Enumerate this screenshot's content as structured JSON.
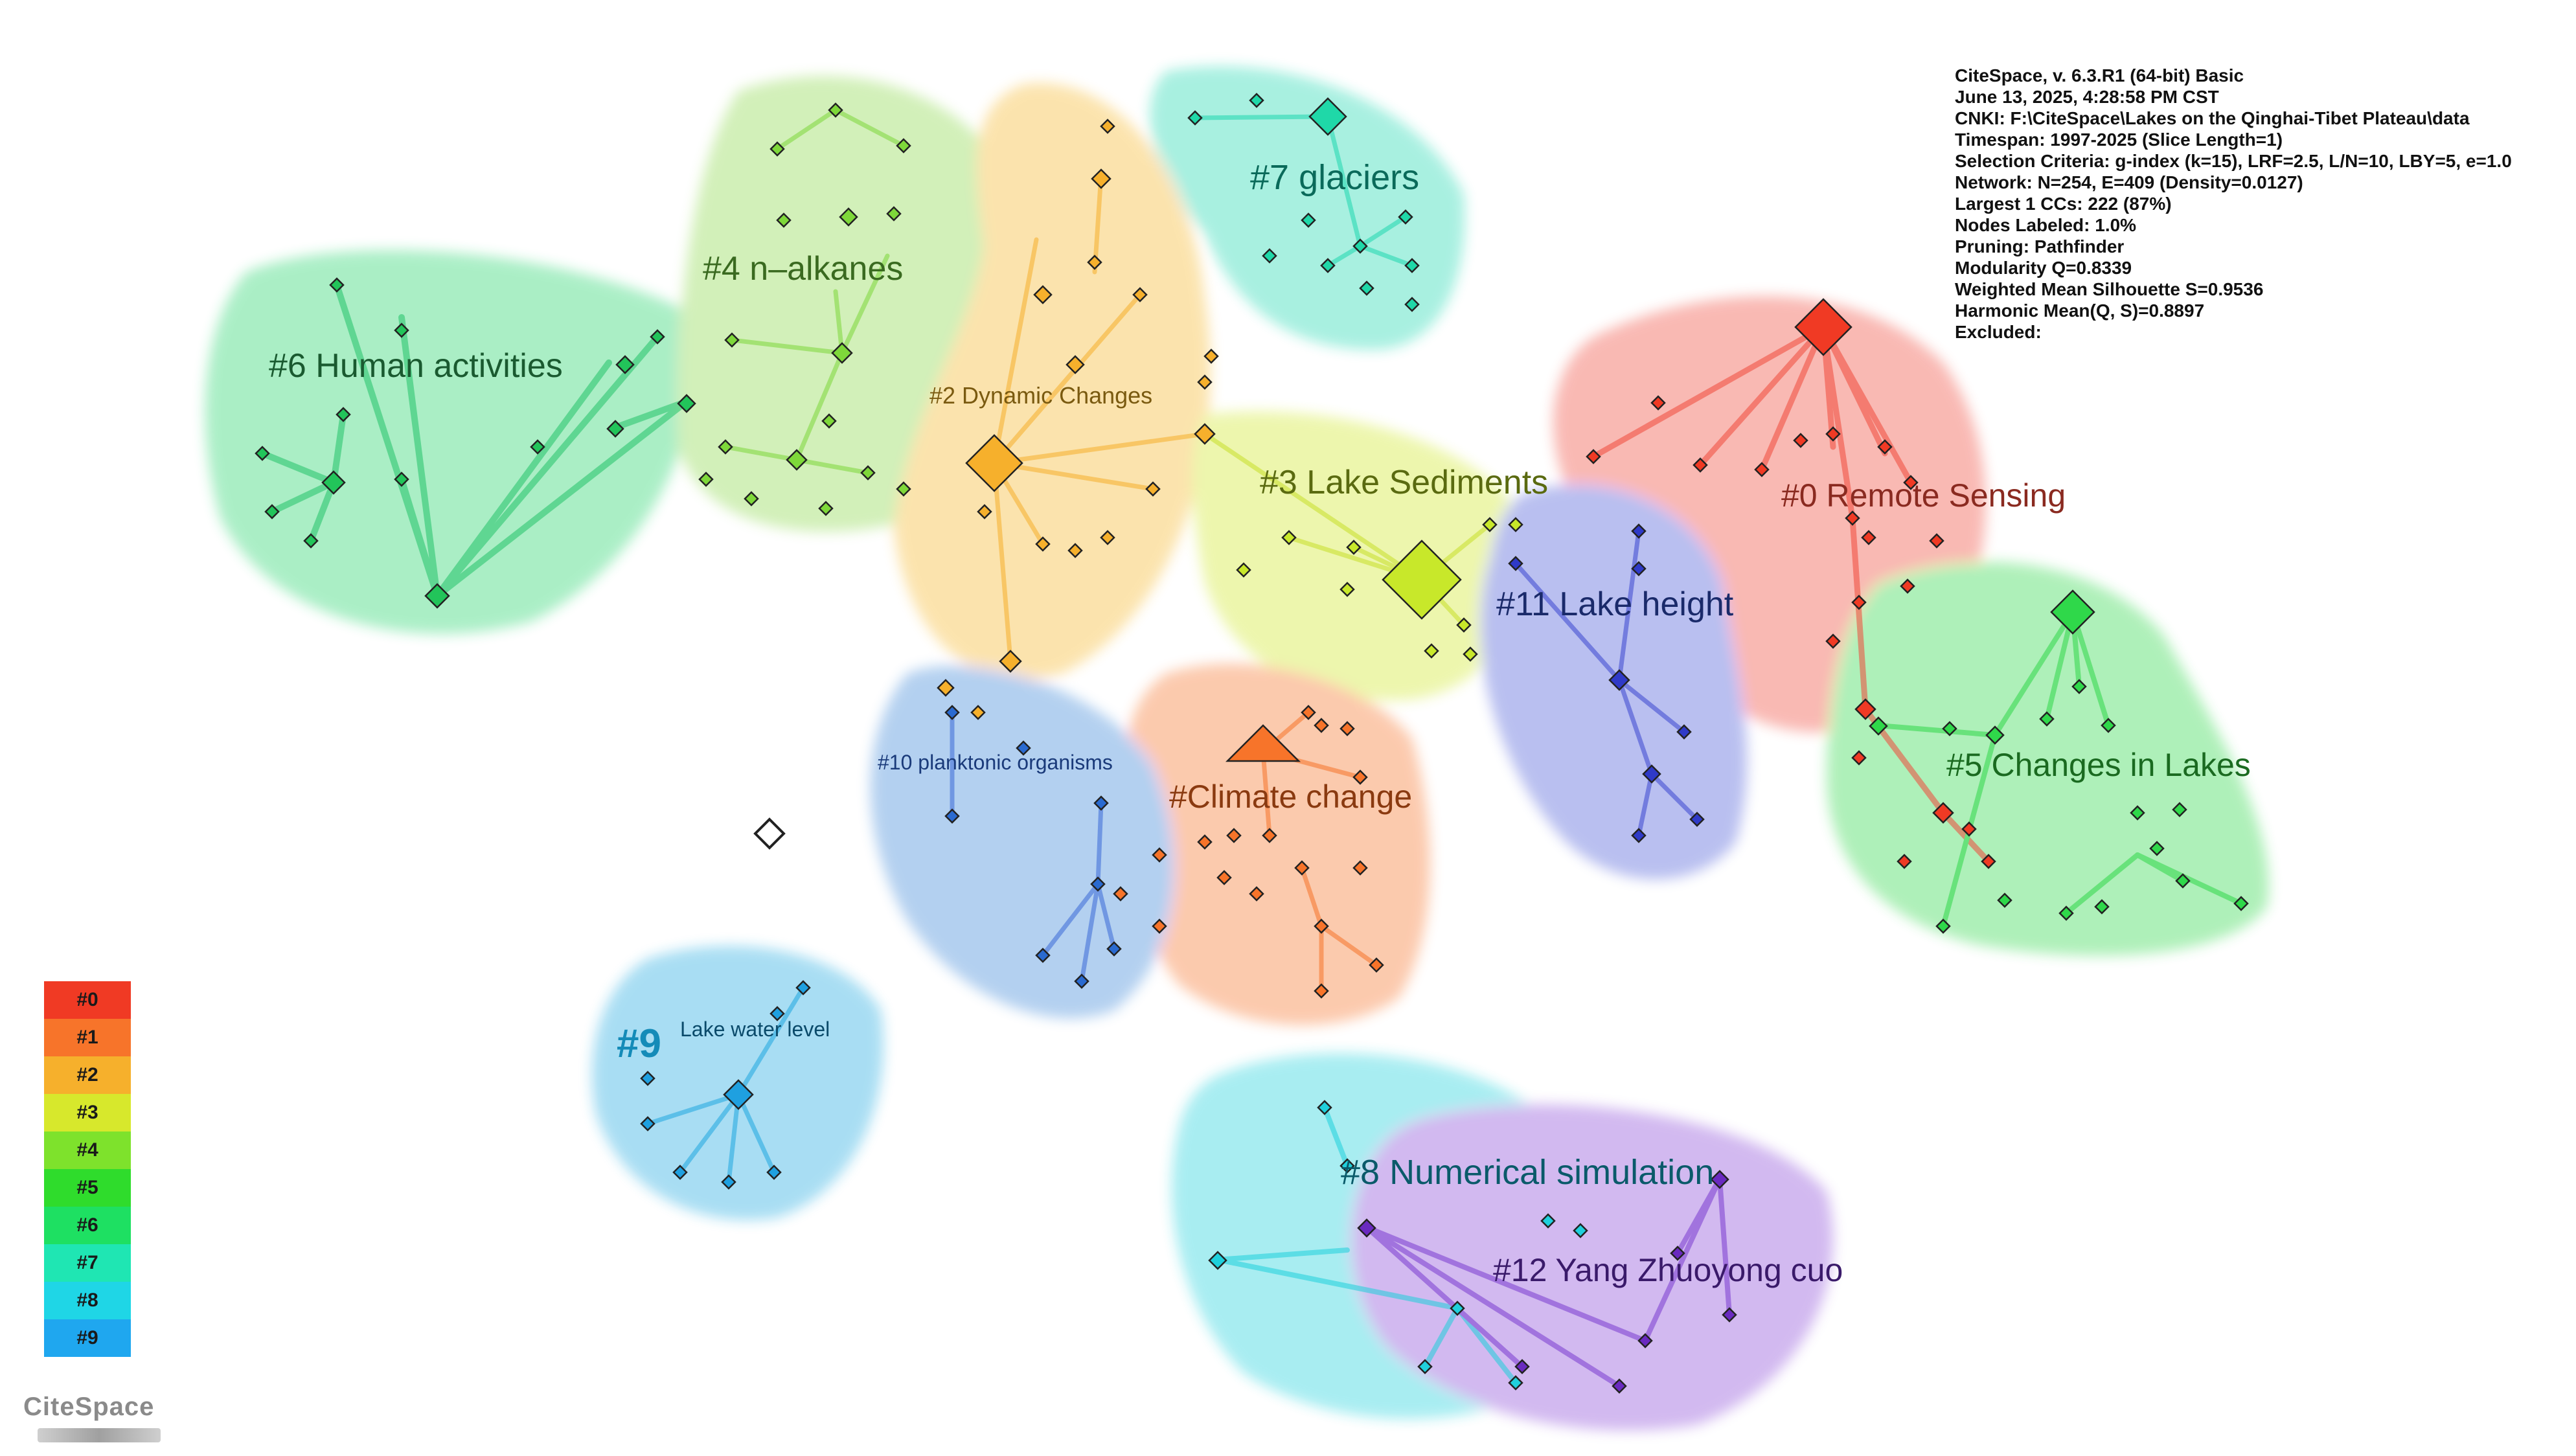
{
  "info": [
    "CiteSpace, v. 6.3.R1 (64-bit) Basic",
    "June 13, 2025, 4:28:58 PM CST",
    "CNKI: F:\\CiteSpace\\Lakes on the Qinghai-Tibet Plateau\\data",
    "Timespan: 1997-2025 (Slice Length=1)",
    "Selection Criteria: g-index (k=15), LRF=2.5, L/N=10, LBY=5, e=1.0",
    "Network: N=254, E=409 (Density=0.0127)",
    "Largest 1 CCs: 222 (87%)",
    "Nodes Labeled: 1.0%",
    "Pruning: Pathfinder",
    "Modularity Q=0.8339",
    "Weighted Mean Silhouette S=0.9536",
    "Harmonic Mean(Q, S)=0.8897",
    "Excluded:"
  ],
  "legend": [
    {
      "label": "#0",
      "color": "#f03a24"
    },
    {
      "label": "#1",
      "color": "#f7742a"
    },
    {
      "label": "#2",
      "color": "#f6b02c"
    },
    {
      "label": "#3",
      "color": "#d7e82c"
    },
    {
      "label": "#4",
      "color": "#7ee22c"
    },
    {
      "label": "#5",
      "color": "#2fdc2c"
    },
    {
      "label": "#6",
      "color": "#1ee062"
    },
    {
      "label": "#7",
      "color": "#1fe6b3"
    },
    {
      "label": "#8",
      "color": "#1fd6e6"
    },
    {
      "label": "#9",
      "color": "#1fa7ef"
    }
  ],
  "brand": "CiteSpace",
  "clusters": [
    {
      "id": "c0",
      "label": "#0 Remote Sensing",
      "color": "#f04a3a"
    },
    {
      "id": "c1",
      "label": "#Climate change",
      "color": "#f7742a"
    },
    {
      "id": "c2",
      "label": "#2 Dynamic Changes",
      "color": "#f6b02c"
    },
    {
      "id": "c3",
      "label": "#3 Lake Sediments",
      "color": "#c8e02a"
    },
    {
      "id": "c4",
      "label": "#4 n–alkanes",
      "color": "#7ed83a"
    },
    {
      "id": "c5",
      "label": "#5 Changes in Lakes",
      "color": "#2fd84a"
    },
    {
      "id": "c6",
      "label": "#6 Human activities",
      "color": "#22d46a"
    },
    {
      "id": "c7",
      "label": "#7 glaciers",
      "color": "#1fd8b0"
    },
    {
      "id": "c8",
      "label": "#8 Numerical simulation",
      "color": "#1fd0dc"
    },
    {
      "id": "c9",
      "label": "Lake water level",
      "color": "#1fa8e0"
    },
    {
      "id": "c9tag",
      "label": "#9",
      "color": "#148bb8"
    },
    {
      "id": "c10",
      "label": "#10 planktonic organisms",
      "color": "#3a86d8"
    },
    {
      "id": "c11",
      "label": "#11 Lake height",
      "color": "#4a5ad8"
    },
    {
      "id": "c12",
      "label": "#12 Yang Zhuoyong cuo",
      "color": "#8a4ad8"
    }
  ]
}
